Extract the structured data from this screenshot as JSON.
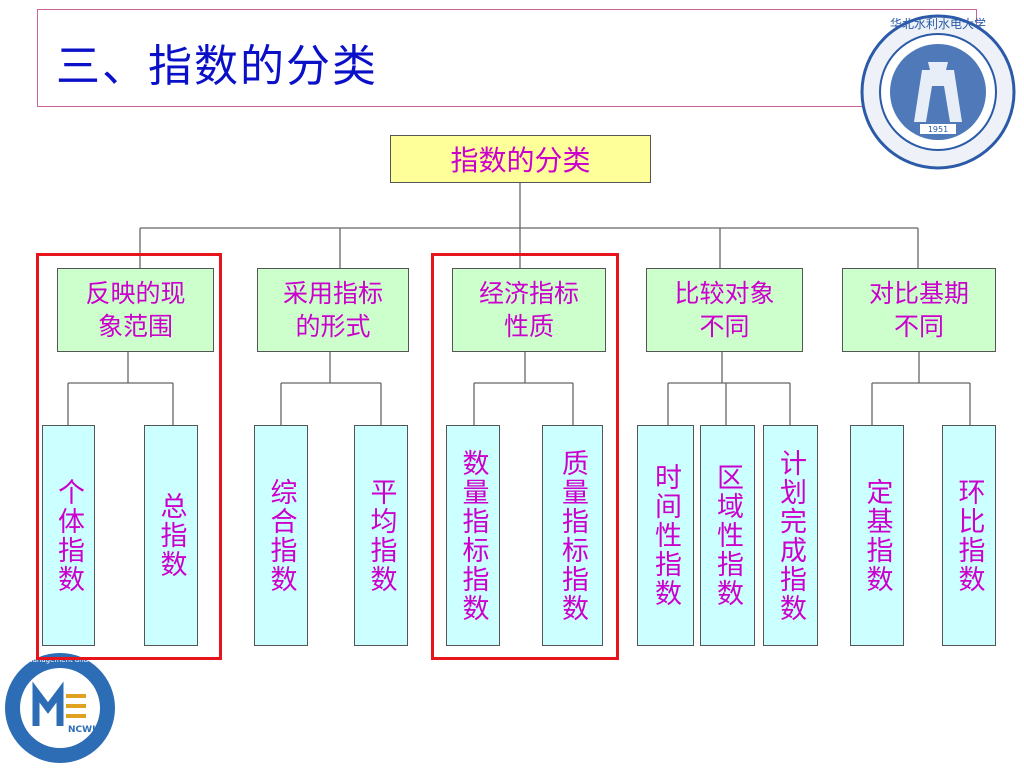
{
  "title": "三、指数的分类",
  "seal": {
    "year": "1951",
    "name": "华北水利水电大学"
  },
  "logo": {
    "text": "NCWU",
    "ring": "School of Management and Economics"
  },
  "root": "指数的分类",
  "groups": [
    {
      "label": "反映的现\n象范围",
      "leaves": [
        "个体指数",
        "总指数"
      ],
      "highlighted": true
    },
    {
      "label": "采用指标\n的形式",
      "leaves": [
        "综合指数",
        "平均指数"
      ],
      "highlighted": false
    },
    {
      "label": "经济指标\n性质",
      "leaves": [
        "数量指标指数",
        "质量指标指数"
      ],
      "highlighted": true
    },
    {
      "label": "比较对象\n不同",
      "leaves": [
        "时间性指数",
        "区域性指数",
        "计划完成指数"
      ],
      "highlighted": false
    },
    {
      "label": "对比基期\n不同",
      "leaves": [
        "定基指数",
        "环比指数"
      ],
      "highlighted": false
    }
  ],
  "colors": {
    "title": "#0a10c8",
    "text": "#cc00cc",
    "root_fill": "#ffff99",
    "mid_fill": "#ccffcc",
    "leaf_fill": "#ccffff",
    "highlight": "#e8141c"
  }
}
